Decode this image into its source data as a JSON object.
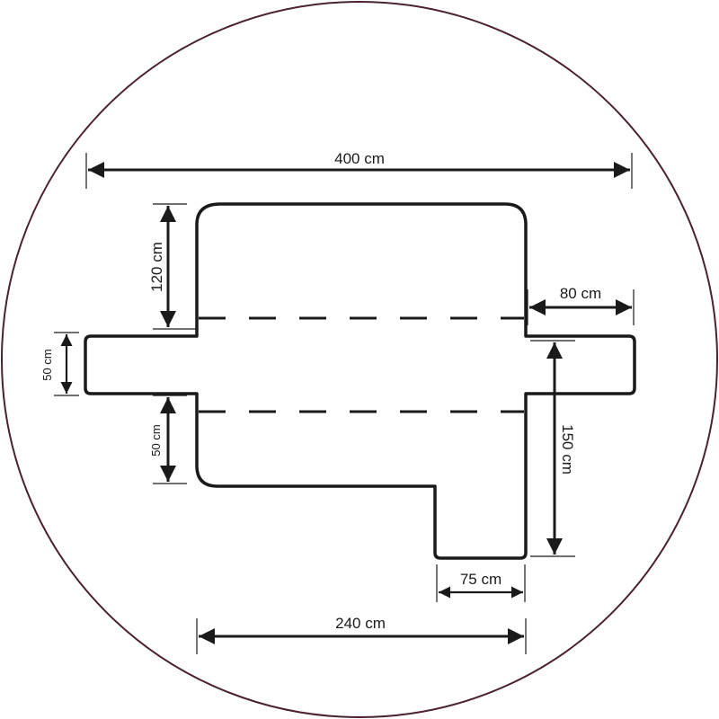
{
  "colors": {
    "circle_stroke": "#4a2233",
    "outline": "#1a1a1a",
    "background": "#ffffff"
  },
  "dimensions": {
    "total_width": "400 cm",
    "center_width": "240 cm",
    "top_depth": "120 cm",
    "side_flap_height": "50 cm",
    "lower_left_depth": "50 cm",
    "right_flap_length": "80 cm",
    "right_drop": "150 cm",
    "bottom_tab_width": "75 cm"
  }
}
